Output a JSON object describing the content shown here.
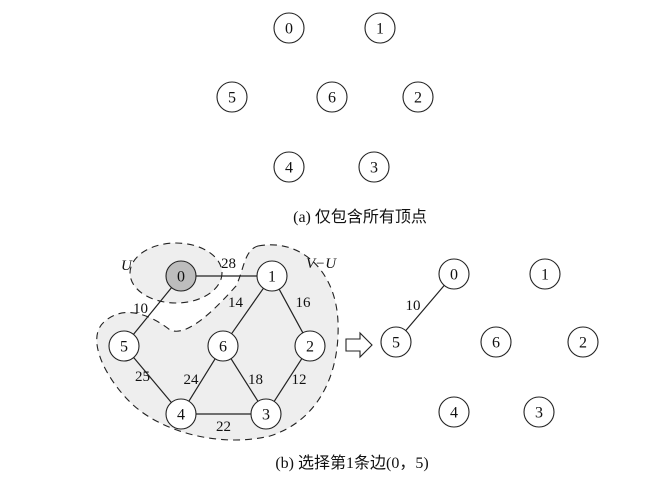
{
  "figure_a": {
    "caption": "(a) 仅包含所有顶点",
    "vertices": [
      "0",
      "1",
      "5",
      "6",
      "2",
      "4",
      "3"
    ]
  },
  "figure_b": {
    "caption": "(b) 选择第1条边(0，5)",
    "set_u_label": "U",
    "set_v_minus_u_label": "V−U",
    "arrow_icon": "hollow-right-arrow",
    "left_graph": {
      "vertices": [
        "0",
        "1",
        "5",
        "6",
        "2",
        "4",
        "3"
      ],
      "selected_vertex": "0",
      "edges": [
        {
          "from": "0",
          "to": "1",
          "weight": "28"
        },
        {
          "from": "0",
          "to": "5",
          "weight": "10"
        },
        {
          "from": "1",
          "to": "6",
          "weight": "14"
        },
        {
          "from": "1",
          "to": "2",
          "weight": "16"
        },
        {
          "from": "5",
          "to": "4",
          "weight": "25"
        },
        {
          "from": "6",
          "to": "4",
          "weight": "24"
        },
        {
          "from": "6",
          "to": "3",
          "weight": "18"
        },
        {
          "from": "2",
          "to": "3",
          "weight": "12"
        },
        {
          "from": "4",
          "to": "3",
          "weight": "22"
        }
      ]
    },
    "right_graph": {
      "vertices": [
        "0",
        "1",
        "5",
        "6",
        "2",
        "4",
        "3"
      ],
      "edges": [
        {
          "from": "0",
          "to": "5",
          "weight": "10"
        }
      ]
    }
  }
}
